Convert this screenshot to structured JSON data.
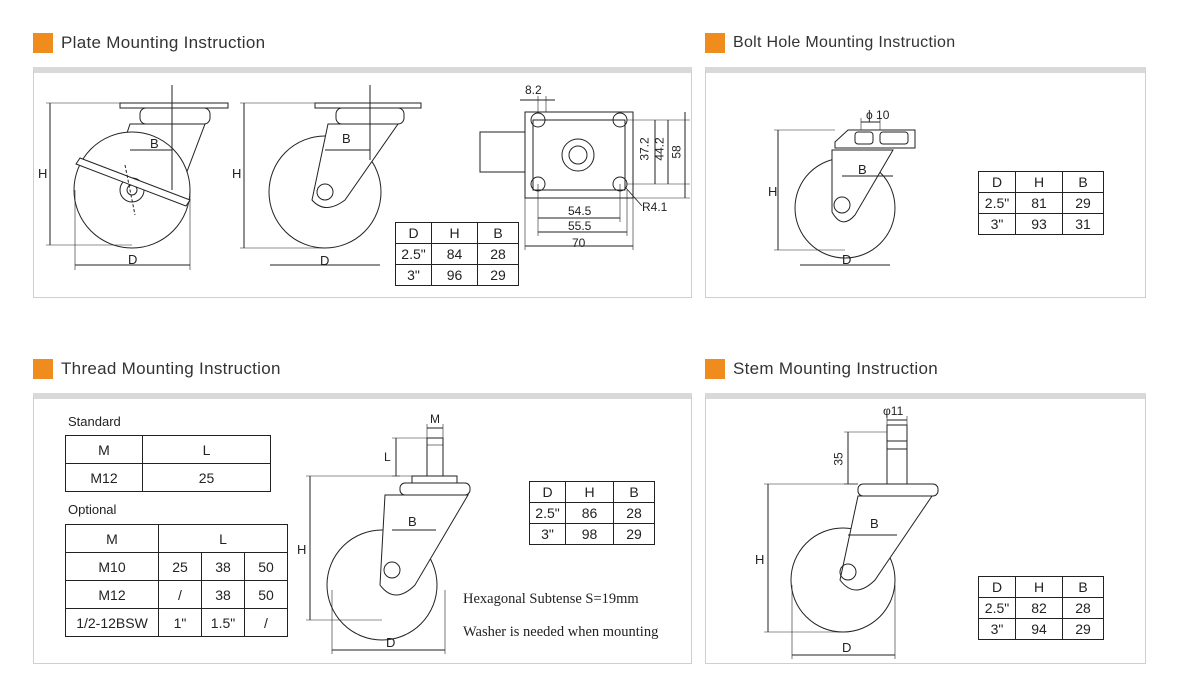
{
  "sections": {
    "plate": {
      "title": "Plate Mounting Instruction",
      "dims": {
        "h": "H",
        "b": "B",
        "d": "D"
      },
      "plate_dims": {
        "d82": "8.2",
        "d372": "37.2",
        "d442": "44.2",
        "d58": "58",
        "d545": "54.5",
        "d555": "55.5",
        "d70": "70",
        "r41": "R4.1"
      },
      "table": {
        "headers": [
          "D",
          "H",
          "B"
        ],
        "rows": [
          [
            "2.5\"",
            "84",
            "28"
          ],
          [
            "3\"",
            "96",
            "29"
          ]
        ]
      }
    },
    "bolt": {
      "title": "Bolt Hole Mounting Instruction",
      "dims": {
        "phi": "ϕ 10",
        "h": "H",
        "b": "B",
        "d": "D"
      },
      "table": {
        "headers": [
          "D",
          "H",
          "B"
        ],
        "rows": [
          [
            "2.5\"",
            "81",
            "29"
          ],
          [
            "3\"",
            "93",
            "31"
          ]
        ]
      }
    },
    "thread": {
      "title": "Thread Mounting Instruction",
      "standard_label": "Standard",
      "standard_table": {
        "headers": [
          "M",
          "L"
        ],
        "rows": [
          [
            "M12",
            "25"
          ]
        ]
      },
      "optional_label": "Optional",
      "optional_table": {
        "headers": [
          "M",
          "L"
        ],
        "rows": [
          [
            "M10",
            "25",
            "38",
            "50"
          ],
          [
            "M12",
            "/",
            "38",
            "50"
          ],
          [
            "1/2-12BSW",
            "1\"",
            "1.5\"",
            "/"
          ]
        ]
      },
      "dims": {
        "m": "M",
        "l": "L",
        "h": "H",
        "b": "B",
        "d": "D"
      },
      "table": {
        "headers": [
          "D",
          "H",
          "B"
        ],
        "rows": [
          [
            "2.5\"",
            "86",
            "28"
          ],
          [
            "3\"",
            "98",
            "29"
          ]
        ]
      },
      "note1": "Hexagonal Subtense S=19mm",
      "note2": "Washer is needed when mounting"
    },
    "stem": {
      "title": "Stem Mounting Instruction",
      "dims": {
        "phi": "φ11",
        "len": "35",
        "h": "H",
        "b": "B",
        "d": "D"
      },
      "table": {
        "headers": [
          "D",
          "H",
          "B"
        ],
        "rows": [
          [
            "2.5\"",
            "82",
            "28"
          ],
          [
            "3\"",
            "94",
            "29"
          ]
        ]
      }
    }
  },
  "colors": {
    "accent": "#f08c1e",
    "panel_top": "#d9d9d9"
  }
}
